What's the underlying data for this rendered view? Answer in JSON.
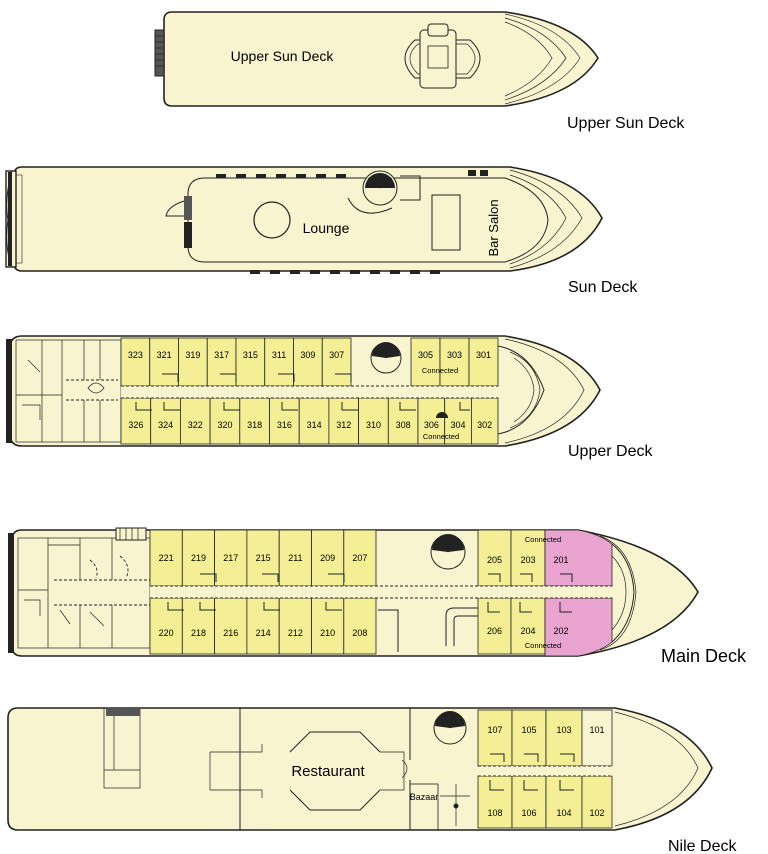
{
  "decks": {
    "upper_sun": {
      "title": "Upper Sun Deck",
      "area_label": "Upper Sun Deck"
    },
    "sun": {
      "title": "Sun Deck",
      "lounge_label": "Lounge",
      "bar_label": "Bar Salon"
    },
    "upper": {
      "title": "Upper Deck",
      "connected_top": "Connected",
      "connected_bottom": "Connected",
      "cabins_top": [
        "323",
        "321",
        "319",
        "317",
        "315",
        "311",
        "309",
        "307"
      ],
      "cabins_top_fore": [
        "305",
        "303",
        "301"
      ],
      "cabins_bottom": [
        "326",
        "324",
        "322",
        "320",
        "318",
        "316",
        "314",
        "312",
        "310",
        "308",
        "306",
        "304",
        "302"
      ]
    },
    "main": {
      "title": "Main Deck",
      "connected_top": "Connected",
      "connected_bottom": "Connected",
      "cabins_top": [
        "221",
        "219",
        "217",
        "215",
        "211",
        "209",
        "207"
      ],
      "cabins_top_fore": [
        "205",
        "203",
        "201"
      ],
      "cabins_bottom": [
        "220",
        "218",
        "216",
        "214",
        "212",
        "210",
        "208"
      ],
      "cabins_bottom_fore": [
        "206",
        "204",
        "202"
      ]
    },
    "nile": {
      "title": "Nile Deck",
      "restaurant_label": "Restaurant",
      "bazaar_label": "Bazaar",
      "cabins_top": [
        "107",
        "105",
        "103",
        "101"
      ],
      "cabins_bottom": [
        "108",
        "106",
        "104",
        "102"
      ]
    }
  },
  "colors": {
    "hull": "#f8f4cf",
    "cabin": "#f4ee95",
    "suite": "#e8a3cf",
    "outline": "#222222"
  }
}
